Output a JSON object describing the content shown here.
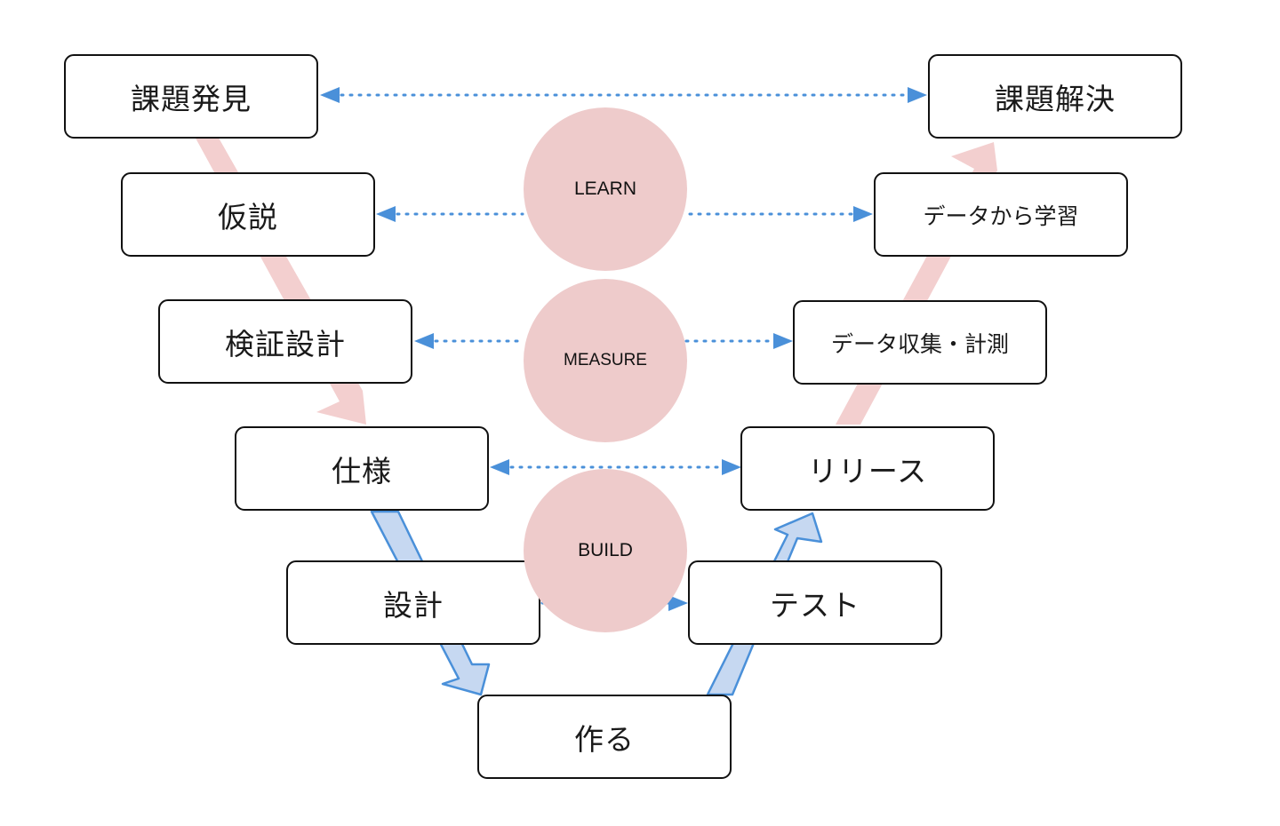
{
  "boxes": {
    "kadai_hakken": "課題発見",
    "kasetsu": "仮説",
    "kensho_sekkei": "検証設計",
    "shiyou": "仕様",
    "sekkei": "設計",
    "tsukuru": "作る",
    "test": "テスト",
    "release": "リリース",
    "data_collect": "データ収集・計測",
    "data_learn": "データから学習",
    "kadai_kaiketsu": "課題解決"
  },
  "phases": {
    "learn": "LEARN",
    "measure": "MEASURE",
    "build": "BUILD"
  },
  "colors": {
    "pink_arrow": "#f3cfcf",
    "circle_fill": "#eecbcb",
    "blue_arrow_fill": "#c6d8f1",
    "blue_arrow_stroke": "#4a90d9",
    "dotted_connector": "#4a90d9"
  }
}
